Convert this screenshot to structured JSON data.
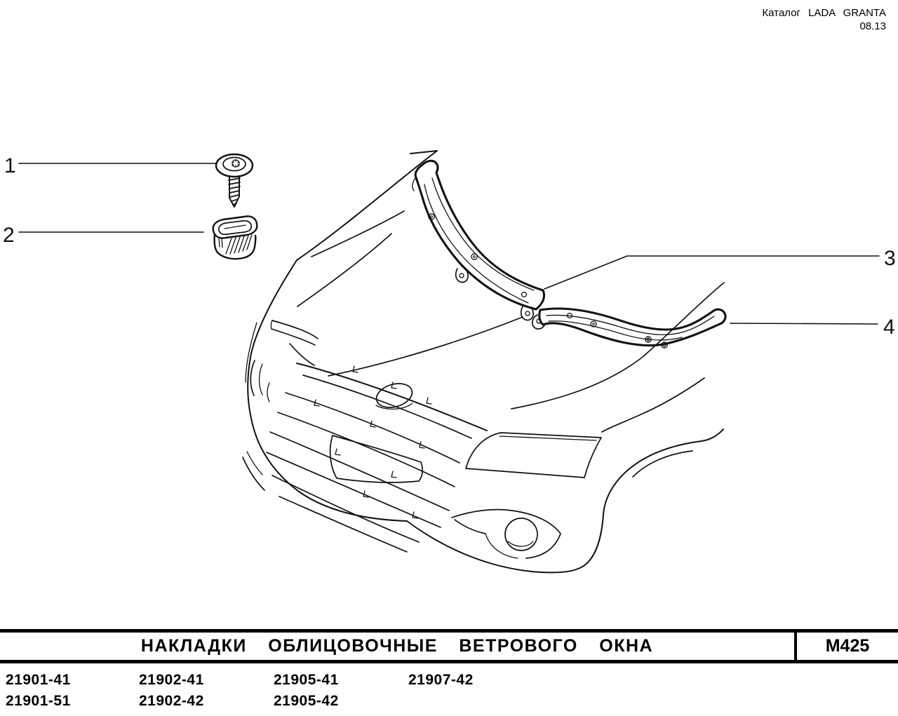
{
  "header": {
    "catalog": "Каталог LADA GRANTA",
    "edition": "08.13"
  },
  "callouts": {
    "c1": "1",
    "c2": "2",
    "c3": "3",
    "c4": "4"
  },
  "table": {
    "title": "НАКЛАДКИ ОБЛИЦОВОЧНЫЕ ВЕТРОВОГО ОКНА",
    "sheet_code": "М425"
  },
  "parts": {
    "rows": [
      [
        "21901-41",
        "21902-41",
        "21905-41",
        "21907-42"
      ],
      [
        "21901-51",
        "21902-42",
        "21905-42",
        ""
      ]
    ]
  },
  "colors": {
    "ink": "#111111",
    "paper": "#ffffff"
  }
}
